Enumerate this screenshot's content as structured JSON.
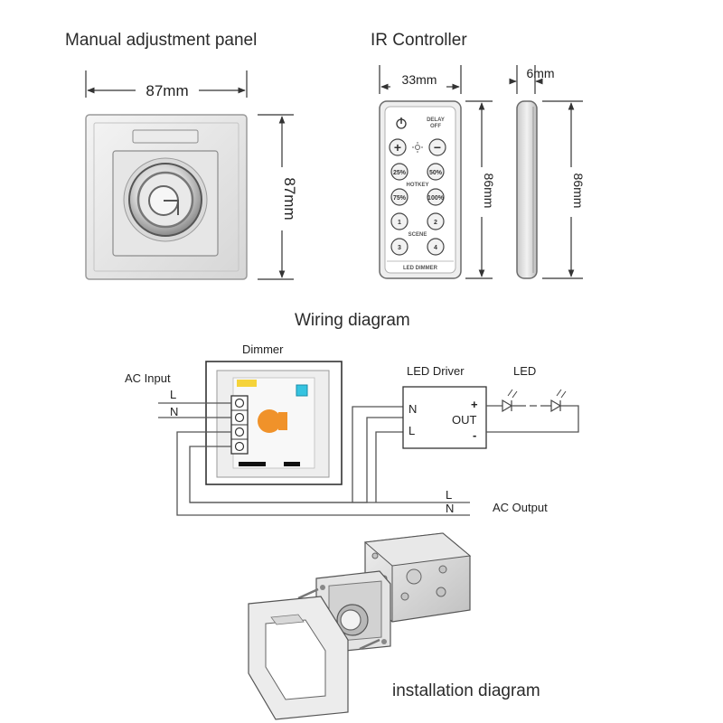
{
  "titles": {
    "manual_panel": "Manual adjustment panel",
    "ir_controller": "IR Controller",
    "wiring": "Wiring diagram",
    "installation": "installation diagram"
  },
  "dimensions": {
    "panel_width": "87mm",
    "panel_height": "87mm",
    "remote_width": "33mm",
    "remote_height": "86mm",
    "remote_depth": "6mm",
    "remote_side_height": "86mm"
  },
  "remote_keys": {
    "delay_off_line1": "DELAY",
    "delay_off_line2": "OFF",
    "plus": "+",
    "minus": "−",
    "pct25": "25%",
    "pct50": "50%",
    "hotkey": "HOTKEY",
    "pct75": "75%",
    "pct100": "100%",
    "scene1": "1",
    "scene2": "2",
    "scene": "SCENE",
    "scene3": "3",
    "scene4": "4",
    "footer": "LED DIMMER"
  },
  "wiring": {
    "dimmer": "Dimmer",
    "ac_input": "AC Input",
    "input_l": "L",
    "input_n": "N",
    "led_driver": "LED Driver",
    "led": "LED",
    "driver_n": "N",
    "driver_l": "L",
    "out": "OUT",
    "out_plus": "+",
    "out_minus": "-",
    "output_l": "L",
    "output_n": "N",
    "ac_output": "AC Output"
  },
  "colors": {
    "knob_orange": "#f0922a",
    "indicator_yellow": "#f5d33a",
    "ir_cyan": "#35c3e0"
  }
}
